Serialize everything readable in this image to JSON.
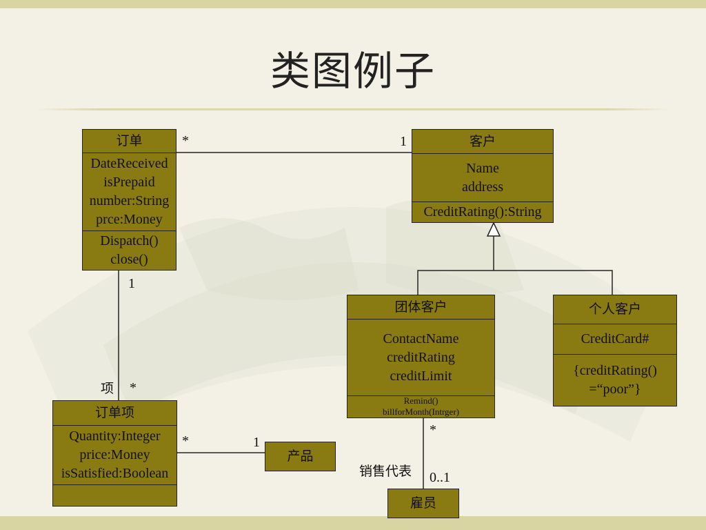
{
  "title": "类图例子",
  "classes": {
    "order": {
      "name": "订单",
      "attributes": [
        "DateReceived",
        "isPrepaid",
        "number:String",
        "prce:Money"
      ],
      "operations": [
        "Dispatch()",
        "close()"
      ]
    },
    "customer": {
      "name": "客户",
      "attributes": [
        "Name",
        "address"
      ],
      "operations": [
        "CreditRating():String"
      ]
    },
    "corporate_customer": {
      "name": "团体客户",
      "attributes": [
        "ContactName",
        "creditRating",
        "creditLimit"
      ],
      "operations": [
        "Remind()",
        "billforMonth(Intrger)"
      ]
    },
    "personal_customer": {
      "name": "个人客户",
      "attributes": [
        "CreditCard#"
      ],
      "operations": [
        "{creditRating()",
        "=“poor”}"
      ]
    },
    "order_line": {
      "name": "订单项",
      "attributes": [
        "Quantity:Integer",
        "price:Money",
        "isSatisfied:Boolean"
      ],
      "operations": []
    },
    "product": {
      "name": "产品"
    },
    "employee": {
      "name": "雇员"
    }
  },
  "labels": {
    "order_customer_many": "*",
    "order_customer_one": "1",
    "order_line_one": "1",
    "order_line_role": "项",
    "order_line_many": "*",
    "line_product_many": "*",
    "line_product_one": "1",
    "employee_many": "*",
    "employee_role": "销售代表",
    "employee_mult": "0..1"
  }
}
